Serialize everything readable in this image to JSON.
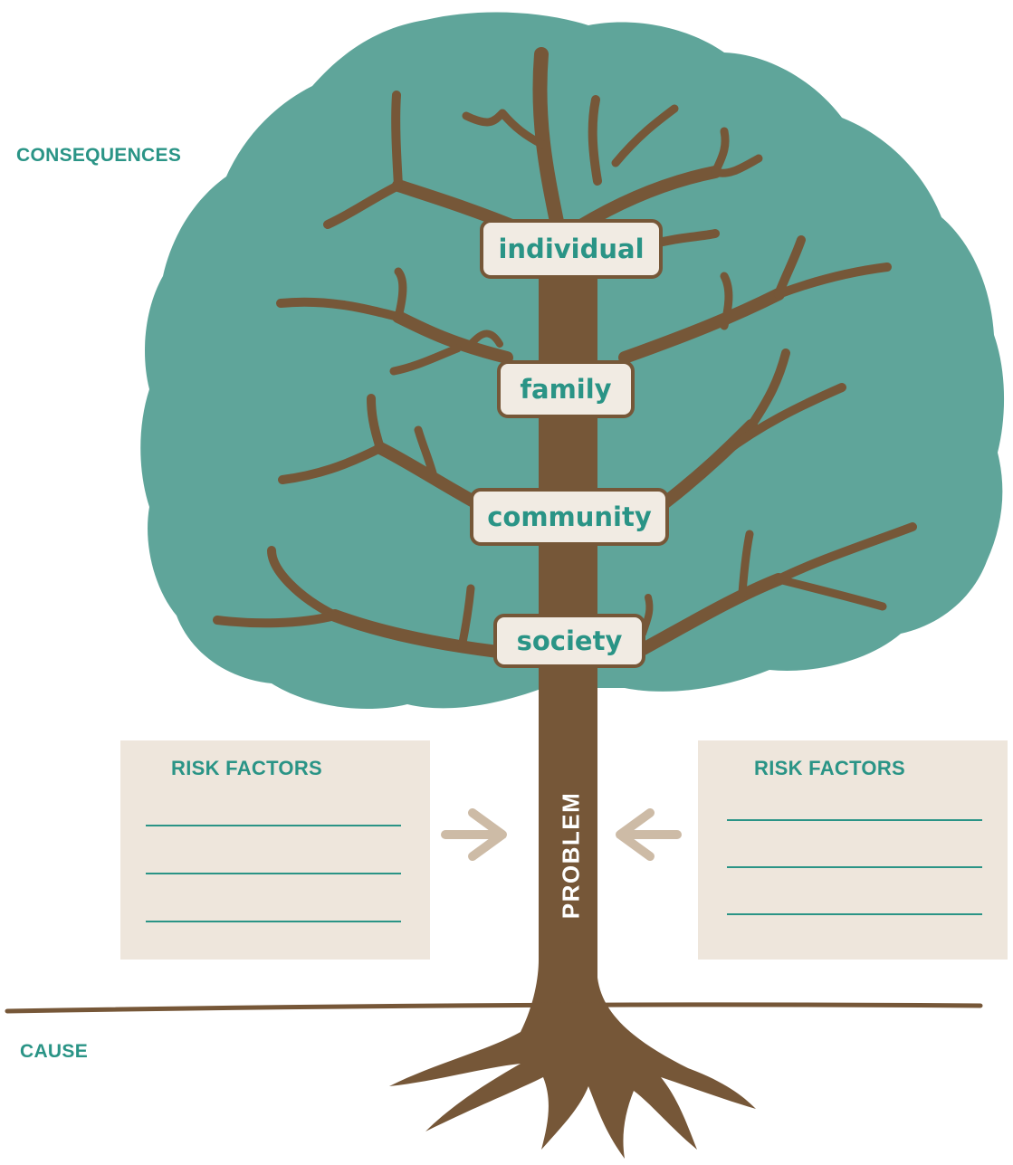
{
  "labels": {
    "consequences": "CONSEQUENCES",
    "cause": "CAUSE",
    "problem": "PROBLEM"
  },
  "levels": [
    {
      "label": "individual"
    },
    {
      "label": "family"
    },
    {
      "label": "community"
    },
    {
      "label": "society"
    }
  ],
  "risk_panels": {
    "left": {
      "title": "RISK FACTORS"
    },
    "right": {
      "title": "RISK FACTORS"
    }
  },
  "colors": {
    "canopy": "#5fa59a",
    "trunk": "#765738",
    "accent_text": "#2a9486",
    "panel": "#eee6dc",
    "arrow": "#cdbba6",
    "label_fill": "#f1ebe3"
  }
}
